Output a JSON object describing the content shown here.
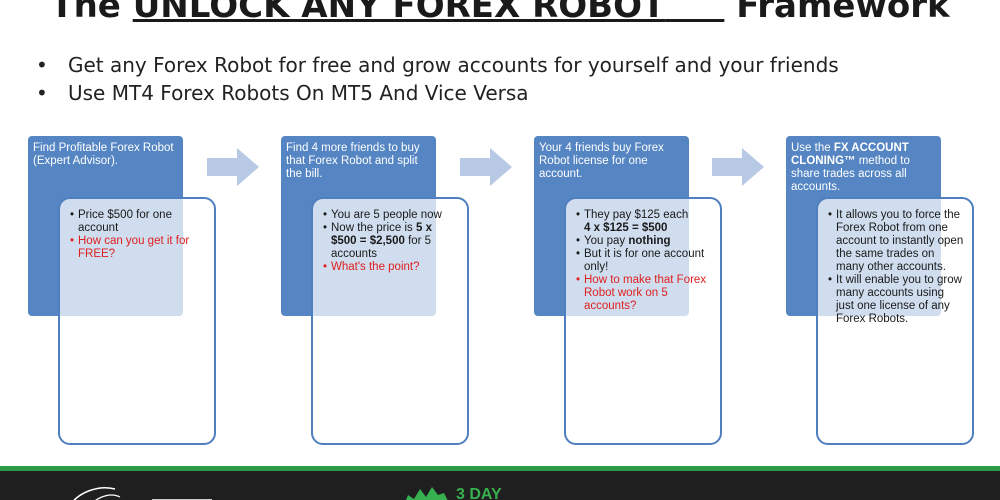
{
  "title": {
    "prefix": "The ",
    "highlight": "UNLOCK ANY FOREX ROBOT",
    "blank": "     ",
    "suffix": " Framework"
  },
  "bullets": [
    "Get any Forex Robot for free and grow accounts for yourself and your friends",
    "Use MT4 Forex Robots On MT5 And Vice Versa"
  ],
  "steps": [
    {
      "header": "Find Profitable Forex Robot (Expert Advisor).",
      "points": [
        {
          "text": "Price $500 for one account",
          "red": false
        },
        {
          "text": "How can you get it for FREE?",
          "red": true
        }
      ]
    },
    {
      "header": "Find 4 more friends to buy that Forex Robot and split the bill.",
      "points": [
        {
          "text": "You are 5 people now",
          "red": false
        },
        {
          "text": "Now the price is ",
          "bold": "5 x $500 = $2,500",
          "after": " for 5 accounts",
          "red": false
        },
        {
          "text": "What's the point?",
          "red": true
        }
      ]
    },
    {
      "header": "Your 4 friends buy Forex Robot license for one account.",
      "points": [
        {
          "text": "They pay $125 each",
          "bold2": "4 x $125 = $500",
          "red": false
        },
        {
          "text": "You pay ",
          "bold": "nothing",
          "red": false
        },
        {
          "text": "But it is for one account only!",
          "red": false
        },
        {
          "text": "How to make that Forex Robot work on 5 accounts?",
          "red": true
        }
      ]
    },
    {
      "header_before": "Use the ",
      "header_bold": "FX ACCOUNT CLONING™",
      "header_after": " method to share trades across all accounts.",
      "points": [
        {
          "text": "It allows you to force the Forex Robot from one account to instantly open the same trades on many other accounts.",
          "red": false
        },
        {
          "text": "It will enable you to grow many accounts using just one license of any Forex Robots.",
          "red": false
        }
      ]
    }
  ],
  "footer": {
    "badge_text": "3 DAY"
  },
  "colors": {
    "box_blue": "#5585c2",
    "card_border": "#4f7fbf",
    "arrow": "#b7c9e4",
    "highlight_red": "#e02020",
    "footer_green": "#2e9a48"
  }
}
